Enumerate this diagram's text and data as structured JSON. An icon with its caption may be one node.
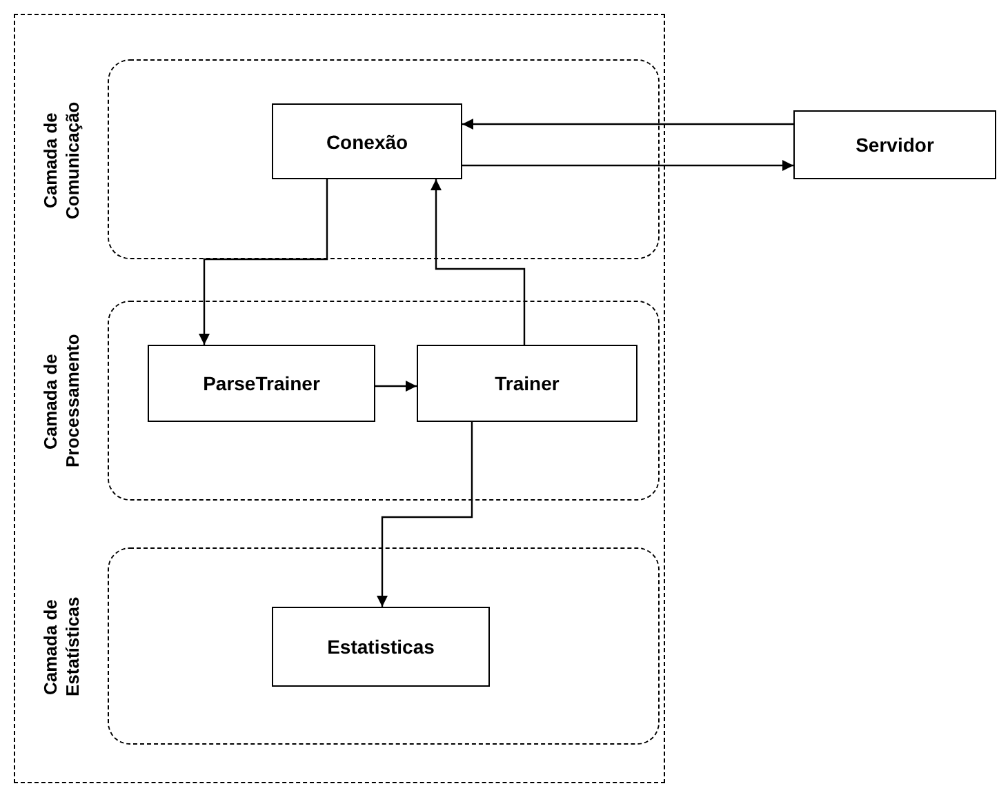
{
  "diagram": {
    "nodes": [
      {
        "text": [],
        "shape": "box"
      },
      {
        "text": [
          "Camada de Comunicação"
        ],
        "in": 0
      },
      {
        "text": [
          "Conexão"
        ],
        "in": 1
      },
      {
        "text": [
          "Servidor"
        ]
      },
      {
        "text": [
          "Camada de Processamento"
        ],
        "in": 0
      },
      {
        "text": [
          "ParseTrainer"
        ],
        "in": 4
      },
      {
        "text": [
          "Trainer"
        ],
        "in": 4
      },
      {
        "text": [
          "Camada de Estatísticas"
        ],
        "in": 0
      },
      {
        "text": [
          "Estatisticas"
        ],
        "in": 7
      }
    ],
    "edges": [
      {
        "from": 3,
        "to": 2,
        "arrow": "to"
      },
      {
        "from": 2,
        "to": 3,
        "arrow": "to"
      },
      {
        "from": 2,
        "to": 5,
        "arrow": "to"
      },
      {
        "from": 5,
        "to": 6,
        "arrow": "to"
      },
      {
        "from": 6,
        "to": 2,
        "arrow": "to"
      },
      {
        "from": 6,
        "to": 8,
        "arrow": "to"
      }
    ]
  }
}
